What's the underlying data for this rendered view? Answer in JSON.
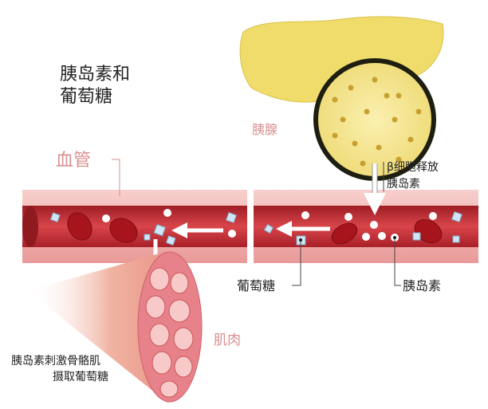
{
  "title": {
    "line1": "胰岛素和",
    "line2": "葡萄糖"
  },
  "labels": {
    "pancreas": "胰腺",
    "vessel": "血管",
    "beta_cells_line1": "β细胞释放",
    "beta_cells_line2": "胰岛素",
    "glucose": "葡萄糖",
    "insulin": "胰岛素",
    "muscle": "肌肉",
    "caption_line1": "胰岛素刺激骨骼肌",
    "caption_line2": "摄取葡萄糖"
  },
  "colors": {
    "pancreas": "#f0dc6a",
    "vessel_wall": "#f3b9b6",
    "lumen": "#c8323a",
    "red_cell": "#a8141c",
    "label_pink": "#d98f8f",
    "text": "#222222"
  }
}
